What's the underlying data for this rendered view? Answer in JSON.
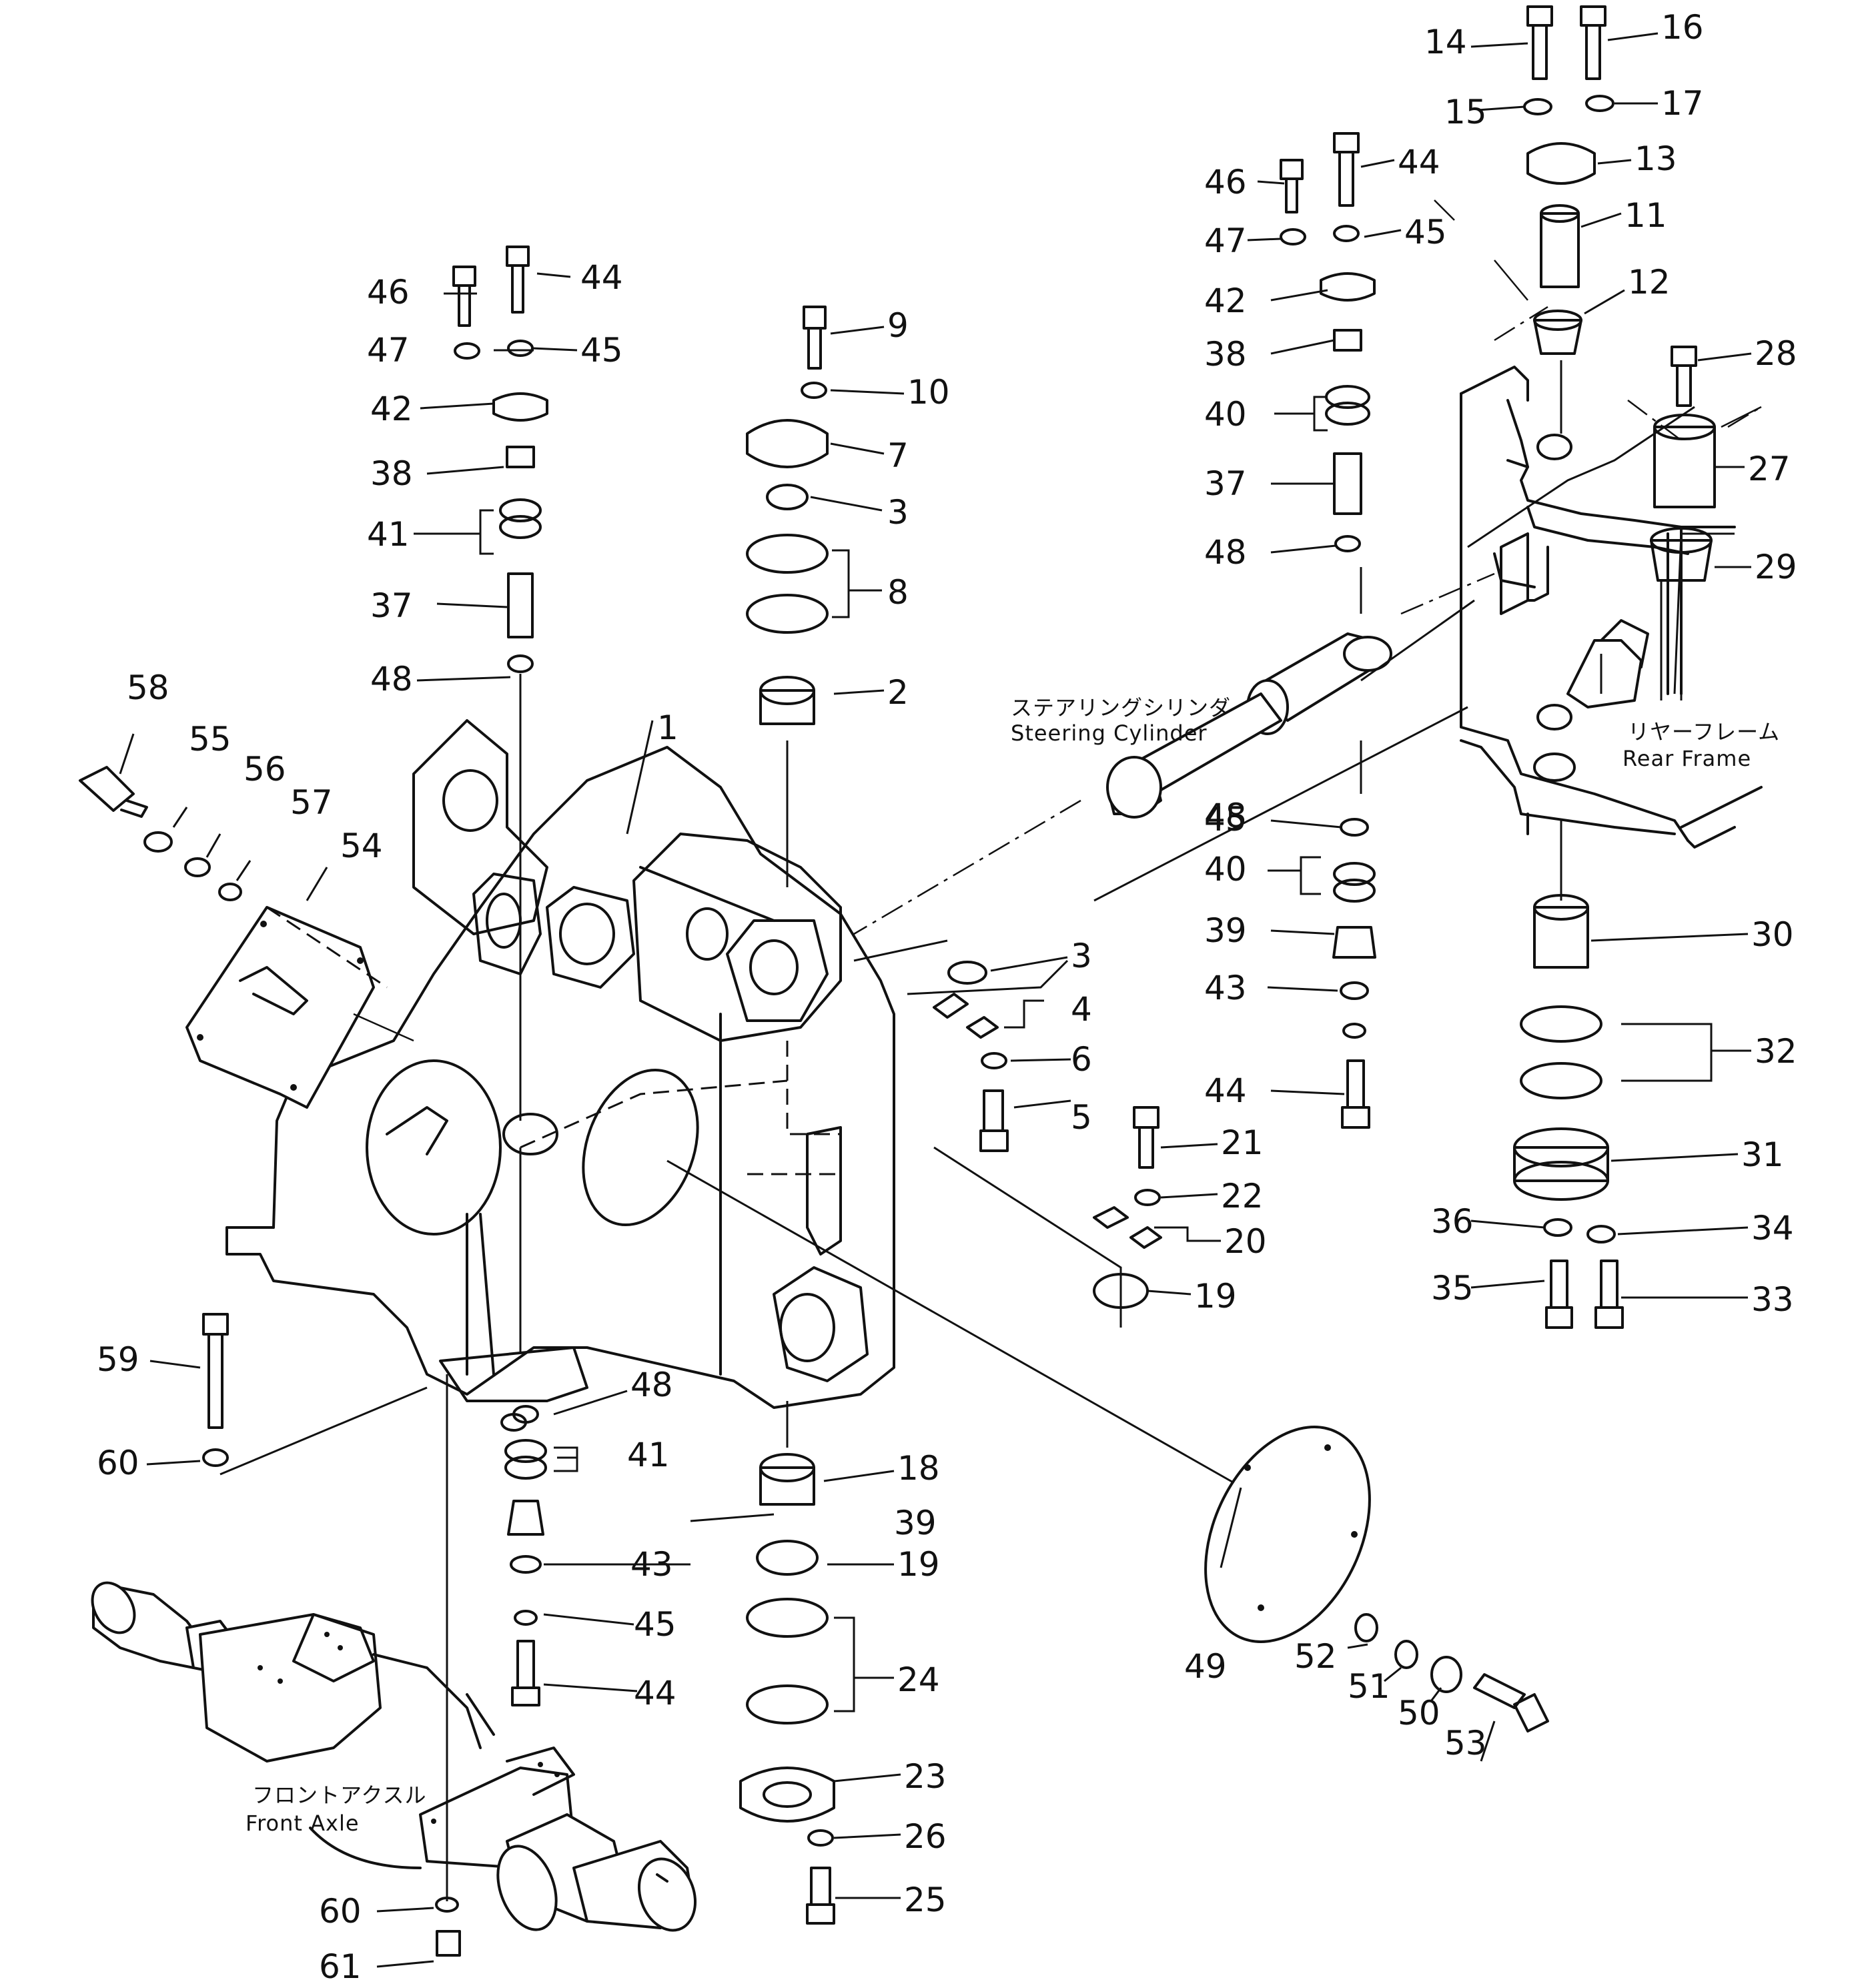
{
  "diagram": {
    "background": "#ffffff",
    "ink": "#111111",
    "labels": {
      "steering_cylinder_jp": "ステアリングシリンダ",
      "steering_cylinder_en": "Steering Cylinder",
      "rear_frame_jp": "リヤーフレーム",
      "rear_frame_en": "Rear Frame",
      "front_axle_jp": "フロントアクスル",
      "front_axle_en": "Front Axle"
    },
    "part_numbers": [
      "1",
      "2",
      "3",
      "3",
      "4",
      "5",
      "6",
      "7",
      "8",
      "9",
      "10",
      "11",
      "12",
      "13",
      "14",
      "15",
      "16",
      "17",
      "18",
      "19",
      "19",
      "20",
      "21",
      "22",
      "23",
      "24",
      "25",
      "26",
      "27",
      "28",
      "29",
      "30",
      "31",
      "32",
      "33",
      "34",
      "35",
      "36",
      "37",
      "37",
      "38",
      "38",
      "39",
      "39",
      "40",
      "40",
      "41",
      "41",
      "42",
      "42",
      "43",
      "43",
      "44",
      "44",
      "44",
      "44",
      "45",
      "45",
      "45",
      "45",
      "46",
      "46",
      "47",
      "47",
      "48",
      "48",
      "48",
      "48",
      "49",
      "50",
      "51",
      "52",
      "53",
      "54",
      "55",
      "56",
      "57",
      "58",
      "59",
      "60",
      "60",
      "61"
    ]
  }
}
